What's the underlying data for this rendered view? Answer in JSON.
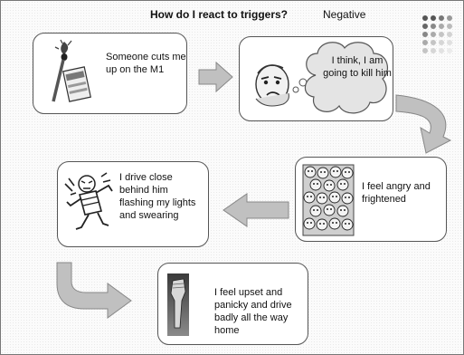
{
  "header": {
    "title": "How do I react to triggers?",
    "subtitle": "Negative"
  },
  "boxes": {
    "trigger": {
      "text": "Someone cuts me up on the M1",
      "icon": "matchstick-icon"
    },
    "thought": {
      "text": "I think, I am going to kill him",
      "icon": "angry-man-icon"
    },
    "feeling": {
      "text": "I feel angry and frightened",
      "icon": "crowd-faces-icon"
    },
    "behaviour": {
      "text": "I drive close behind him flashing my lights and swearing",
      "icon": "angry-dancer-icon"
    },
    "outcome": {
      "text": "I feel upset and panicky and drive badly all the way home",
      "icon": "fist-icon"
    }
  },
  "colors": {
    "arrow_fill": "#bfbfbf",
    "arrow_stroke": "#8a8a8a",
    "box_border": "#555555"
  }
}
